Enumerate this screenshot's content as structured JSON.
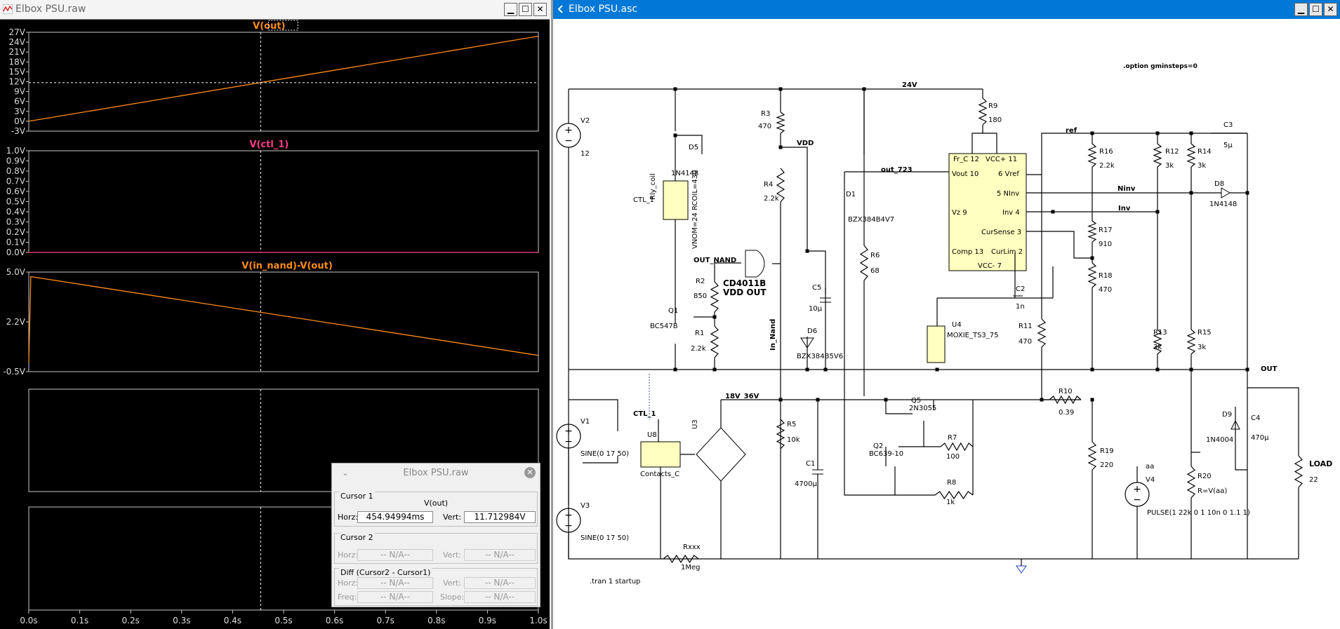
{
  "plot_window": {
    "title": "Elbox PSU.raw",
    "panes": [
      {
        "label": "V(out)",
        "color": "#ff8c1a",
        "yticks": [
          "27V",
          "24V",
          "21V",
          "18V",
          "15V",
          "12V",
          "9V",
          "6V",
          "3V",
          "0V",
          "-3V"
        ]
      },
      {
        "label": "V(ctl_1)",
        "color": "#ff3c8c",
        "yticks": [
          "1.0V",
          "0.9V",
          "0.8V",
          "0.7V",
          "0.6V",
          "0.5V",
          "0.4V",
          "0.3V",
          "0.2V",
          "0.1V",
          "0.0V"
        ]
      },
      {
        "label": "V(in_nand)-V(out)",
        "color": "#ff8c1a",
        "yticks": [
          "5.0V",
          "2.2V",
          "-0.5V"
        ]
      }
    ],
    "xticks": [
      "0.0s",
      "0.1s",
      "0.2s",
      "0.3s",
      "0.4s",
      "0.5s",
      "0.6s",
      "0.7s",
      "0.8s",
      "0.9s",
      "1.0s"
    ],
    "cursor_time_fraction": 0.455,
    "chart_data": [
      {
        "type": "line",
        "title": "V(out)",
        "x": [
          0,
          1.0
        ],
        "y": [
          0,
          25.8
        ],
        "ylim": [
          -3,
          27
        ],
        "xlim": [
          0,
          1.0
        ],
        "xlabel": "",
        "ylabel": ""
      },
      {
        "type": "line",
        "title": "V(ctl_1)",
        "x": [
          0,
          0.455,
          0.4551,
          1.0
        ],
        "y": [
          0,
          0,
          0,
          0
        ],
        "ylim": [
          0,
          1.0
        ],
        "xlim": [
          0,
          1.0
        ]
      },
      {
        "type": "line",
        "title": "V(in_nand)-V(out)",
        "x": [
          0,
          0.004,
          1.0
        ],
        "y": [
          0,
          4.75,
          0.4
        ],
        "ylim": [
          -0.5,
          5.0
        ],
        "xlim": [
          0,
          1.0
        ]
      }
    ]
  },
  "cursor_dialog": {
    "title": "Elbox PSU.raw",
    "cursor1": {
      "label": "Cursor 1",
      "trace": "V(out)",
      "horz_label": "Horz:",
      "horz": "454.94994ms",
      "vert_label": "Vert:",
      "vert": "11.712984V"
    },
    "cursor2": {
      "label": "Cursor 2",
      "horz_label": "Horz:",
      "horz": "-- N/A--",
      "vert_label": "Vert:",
      "vert": "-- N/A--"
    },
    "diff": {
      "label": "Diff (Cursor2 - Cursor1)",
      "horz_label": "Horz:",
      "horz": "-- N/A--",
      "vert_label": "Vert:",
      "vert": "-- N/A--",
      "freq_label": "Freq:",
      "freq": "-- N/A--",
      "slope_label": "Slope:",
      "slope": "-- N/A--"
    }
  },
  "schematic_window": {
    "title": "Elbox PSU.asc",
    "labels": [
      ".option gminsteps=0",
      "24V",
      "V2",
      "12",
      "Rly_coil",
      "D5",
      "1N4148",
      "CTL_1",
      "VNOM=24 RCOIL=430",
      "OUT_NAND",
      "R3",
      "470",
      "VDD",
      "R4",
      "2.2k",
      "D1",
      "BZX384B4V7",
      "out_723",
      "R9",
      "180",
      "Fr_C 12",
      "VCC+ 11",
      "Vout 10",
      "6 Vref",
      "5 NInv",
      "Vz 9",
      "Inv 4",
      "CurSense 3",
      "Comp 13",
      "CurLim 2",
      "VCC- 7",
      "ref",
      "C3",
      "5µ",
      "R16",
      "2.2k",
      "R12",
      "3k",
      "R14",
      "3k",
      "D8",
      "1N4148",
      "Ninv",
      "Inv",
      "R17",
      "910",
      "R18",
      "470",
      "R6",
      "68",
      "C5",
      "10µ",
      "D6",
      "BZX384B5V6",
      "R2",
      "850",
      "CD4011B",
      "VDD OUT",
      "Q1",
      "BC547B",
      "R1",
      "2.2k",
      "In_Nand",
      "C2",
      "1n",
      "U4",
      "MOXIE_TS3_75",
      "R11",
      "470",
      "R13",
      "3k",
      "R15",
      "3k",
      "OUT",
      "V1",
      "SINE(0 17 50)",
      "V3",
      "SINE(0 17 50)",
      "U8",
      "Contacts_C",
      "U3",
      "18V_36V",
      "R5",
      "10k",
      "C1",
      "4700µ",
      "Q5",
      "2N3055",
      "Q2",
      "BC639-10",
      "R7",
      "100",
      "R8",
      "1k",
      "R10",
      "0.39",
      "R19",
      "220",
      "D9",
      "1N4004",
      "C4",
      "470µ",
      "V4",
      "aa",
      "R20",
      "R=V(aa)",
      "PULSE(1 22k 0 1 10n 0 1.1 1)",
      "LOAD",
      "22",
      "Rxxx",
      "1Meg",
      ".tran 1 startup"
    ]
  }
}
